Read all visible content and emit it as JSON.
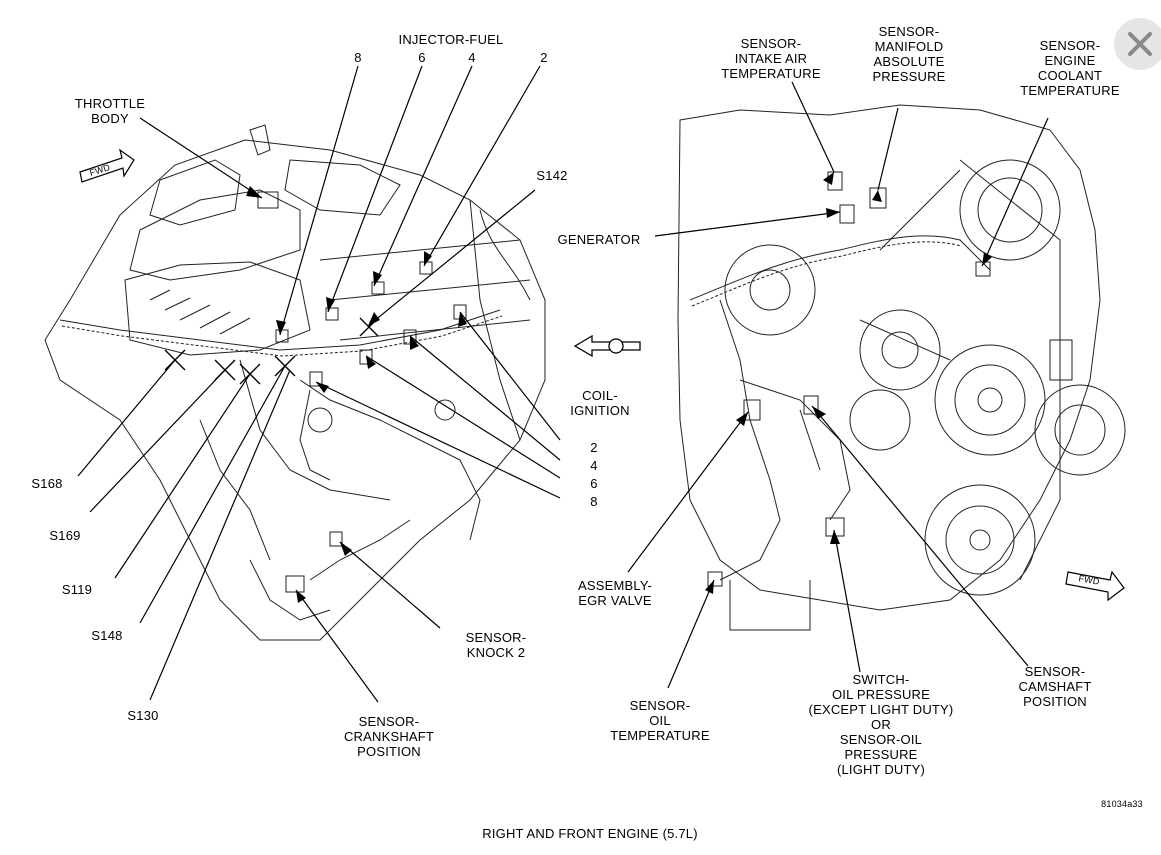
{
  "labels": {
    "injector_fuel": "INJECTOR-FUEL",
    "inj_8": "8",
    "inj_6": "6",
    "inj_4": "4",
    "inj_2": "2",
    "throttle_body": "THROTTLE\nBODY",
    "fwd_left": "FWD",
    "s142": "S142",
    "coil_ignition": "COIL-\nIGNITION",
    "coil_2": "2",
    "coil_4": "4",
    "coil_6": "6",
    "coil_8": "8",
    "s168": "S168",
    "s169": "S169",
    "s119": "S119",
    "s148": "S148",
    "s130": "S130",
    "sensor_knock_2": "SENSOR-\nKNOCK 2",
    "sensor_crankshaft": "SENSOR-\nCRANKSHAFT\nPOSITION",
    "sensor_iat": "SENSOR-\nINTAKE AIR\nTEMPERATURE",
    "sensor_map": "SENSOR-\nMANIFOLD\nABSOLUTE\nPRESSURE",
    "sensor_ect": "SENSOR-\nENGINE\nCOOLANT\nTEMPERATURE",
    "generator": "GENERATOR",
    "assembly_egr": "ASSEMBLY-\nEGR VALVE",
    "sensor_oil_temp": "SENSOR-\nOIL\nTEMPERATURE",
    "switch_oil_pressure": "SWITCH-\nOIL PRESSURE\n(EXCEPT LIGHT DUTY)\nOR\nSENSOR-OIL\nPRESSURE\n(LIGHT DUTY)",
    "sensor_camshaft": "SENSOR-\nCAMSHAFT\nPOSITION",
    "fwd_right": "FWD",
    "figure_id": "81034a33",
    "caption": "RIGHT AND FRONT ENGINE   (5.7L)"
  },
  "icons": {
    "close": "close-icon",
    "fwd_arrow": "fwd-arrow-icon",
    "view_direction": "view-direction-arrow-icon"
  }
}
